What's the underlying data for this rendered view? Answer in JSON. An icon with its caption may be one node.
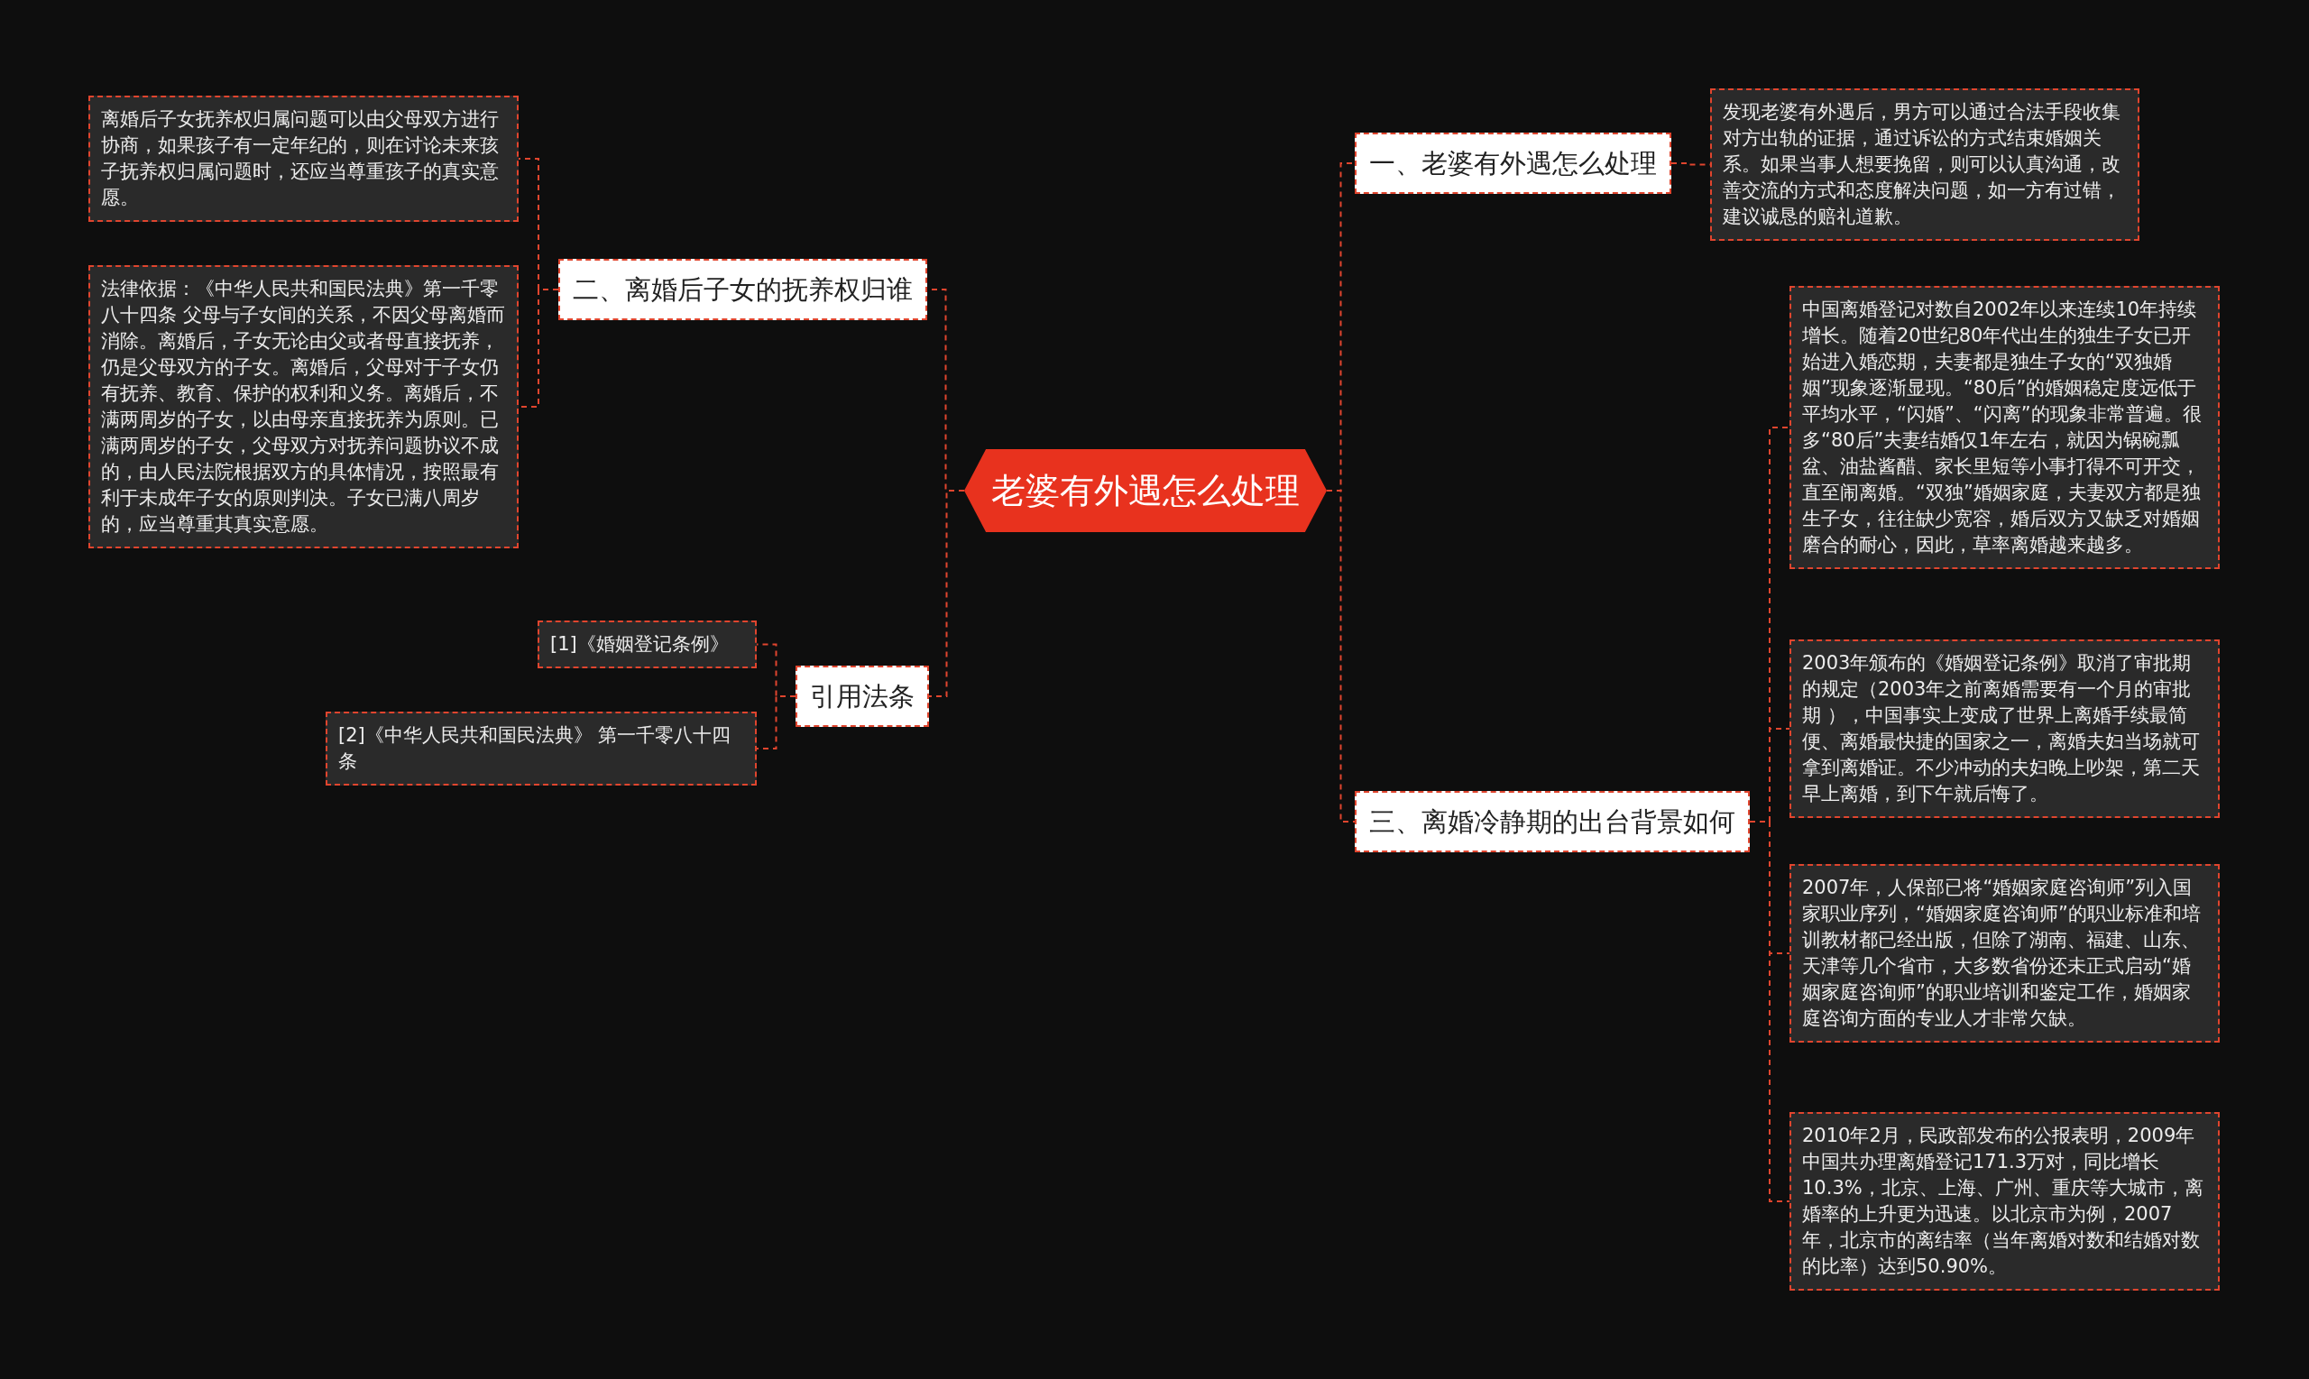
{
  "diagram": {
    "nodes": [
      {
        "text": [
          "老婆有外遇怎么处理"
        ]
      },
      {
        "text": [
          "一、老婆有外遇怎么处理"
        ]
      },
      {
        "text": [
          "发现老婆有外遇后，男方可以通过合法手段收集对方出轨的证据，通过诉讼的方式结束婚姻关系。如果当事人想要挽留，则可以认真沟通，改善交流的方式和态度解决问题，如一方有过错，建议诚恳的赔礼道歉。"
        ]
      },
      {
        "text": [
          "三、离婚冷静期的出台背景如何"
        ]
      },
      {
        "text": [
          "中国离婚登记对数自2002年以来连续10年持续增长。随着20世纪80年代出生的独生子女已开始进入婚恋期，夫妻都是独生子女的“双独婚姻”现象逐渐显现。“80后”的婚姻稳定度远低于平均水平，“闪婚”、“闪离”的现象非常普遍。很多“80后”夫妻结婚仅1年左右，就因为锅碗瓢盆、油盐酱醋、家长里短等小事打得不可开交，直至闹离婚。“双独”婚姻家庭，夫妻双方都是独生子女，往往缺少宽容，婚后双方又缺乏对婚姻磨合的耐心，因此，草率离婚越来越多。"
        ]
      },
      {
        "text": [
          "2003年颁布的《婚姻登记条例》取消了审批期的规定（2003年之前离婚需要有一个月的审批期 ），中国事实上变成了世界上离婚手续最简便、离婚最快捷的国家之一，离婚夫妇当场就可拿到离婚证。不少冲动的夫妇晚上吵架，第二天早上离婚，到下午就后悔了。"
        ]
      },
      {
        "text": [
          "2007年，人保部已将“婚姻家庭咨询师”列入国家职业序列，“婚姻家庭咨询师”的职业标准和培训教材都已经出版，但除了湖南、福建、山东、天津等几个省市，大多数省份还未正式启动“婚姻家庭咨询师”的职业培训和鉴定工作，婚姻家庭咨询方面的专业人才非常欠缺。"
        ]
      },
      {
        "text": [
          "2010年2月，民政部发布的公报表明，2009年中国共办理离婚登记171.3万对，同比增长10.3%，北京、上海、广州、重庆等大城市，离婚率的上升更为迅速。以北京市为例，2007年，北京市的离结率（当年离婚对数和结婚对数的比率）达到50.90%。"
        ]
      },
      {
        "text": [
          "二、离婚后子女的抚养权归谁"
        ]
      },
      {
        "text": [
          "离婚后子女抚养权归属问题可以由父母双方进行协商，如果孩子有一定年纪的，则在讨论未来孩子抚养权归属问题时，还应当尊重孩子的真实意愿。"
        ]
      },
      {
        "text": [
          "法律依据：《中华人民共和国民法典》第一千零八十四条 父母与子女间的关系，不因父母离婚而消除。离婚后，子女无论由父或者母直接抚养，仍是父母双方的子女。离婚后，父母对于子女仍有抚养、教育、保护的权利和义务。离婚后，不满两周岁的子女，以由母亲直接抚养为原则。已满两周岁的子女，父母双方对抚养问题协议不成的，由人民法院根据双方的具体情况，按照最有利于未成年子女的原则判决。子女已满八周岁的，应当尊重其真实意愿。"
        ]
      },
      {
        "text": [
          "引用法条"
        ]
      },
      {
        "text": [
          "[1]《婚姻登记条例》"
        ]
      },
      {
        "text": [
          "[2]《中华人民共和国民法典》 第一千零八十四条"
        ]
      }
    ],
    "edges": [
      {
        "from": 0,
        "to": 1,
        "arrow": "none"
      },
      {
        "from": 1,
        "to": 2,
        "arrow": "none"
      },
      {
        "from": 0,
        "to": 3,
        "arrow": "none"
      },
      {
        "from": 3,
        "to": 4,
        "arrow": "none"
      },
      {
        "from": 3,
        "to": 5,
        "arrow": "none"
      },
      {
        "from": 3,
        "to": 6,
        "arrow": "none"
      },
      {
        "from": 3,
        "to": 7,
        "arrow": "none"
      },
      {
        "from": 0,
        "to": 8,
        "arrow": "none"
      },
      {
        "from": 8,
        "to": 9,
        "arrow": "none"
      },
      {
        "from": 8,
        "to": 10,
        "arrow": "none"
      },
      {
        "from": 0,
        "to": 11,
        "arrow": "none"
      },
      {
        "from": 11,
        "to": 12,
        "arrow": "none"
      },
      {
        "from": 11,
        "to": 13,
        "arrow": "none"
      }
    ]
  }
}
